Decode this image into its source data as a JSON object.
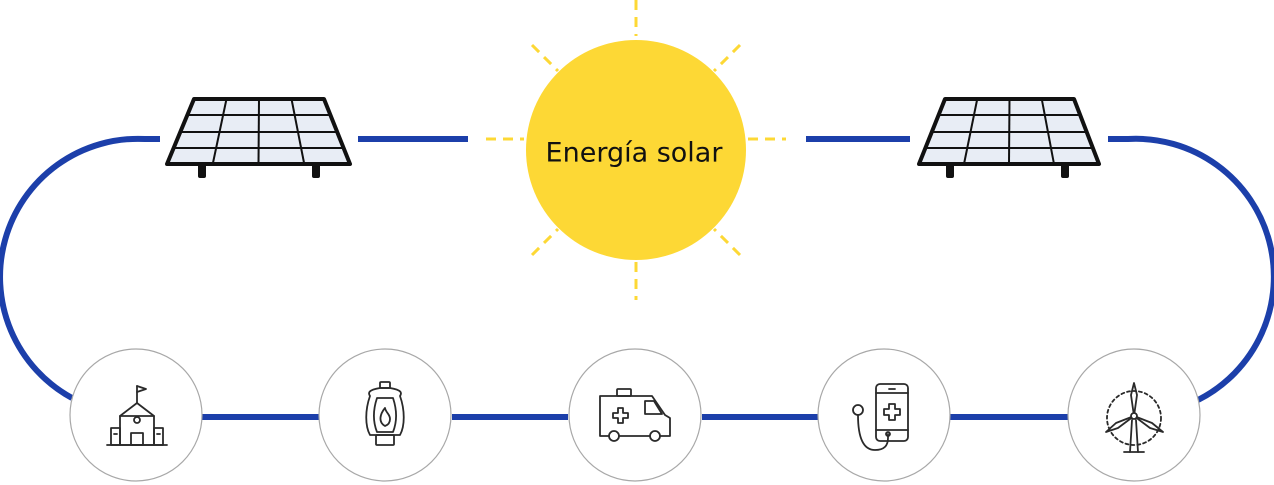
{
  "sun": {
    "label": "Energía solar",
    "color": "#fdd835"
  },
  "colors": {
    "line": "#1c3faa",
    "ray": "#fdd835",
    "panel_frame": "#111111",
    "panel_cell": "#e8edf5",
    "node_border": "#a8a8a8",
    "icon": "#2a2a2a"
  },
  "panels": [
    {
      "name": "solar-panel-left"
    },
    {
      "name": "solar-panel-right"
    }
  ],
  "nodes": [
    {
      "name": "school",
      "icon": "school-icon"
    },
    {
      "name": "gas-lantern",
      "icon": "lantern-icon"
    },
    {
      "name": "ambulance",
      "icon": "ambulance-icon"
    },
    {
      "name": "telemedicine",
      "icon": "phone-stethoscope-icon"
    },
    {
      "name": "wind-turbine",
      "icon": "wind-turbine-icon"
    }
  ]
}
